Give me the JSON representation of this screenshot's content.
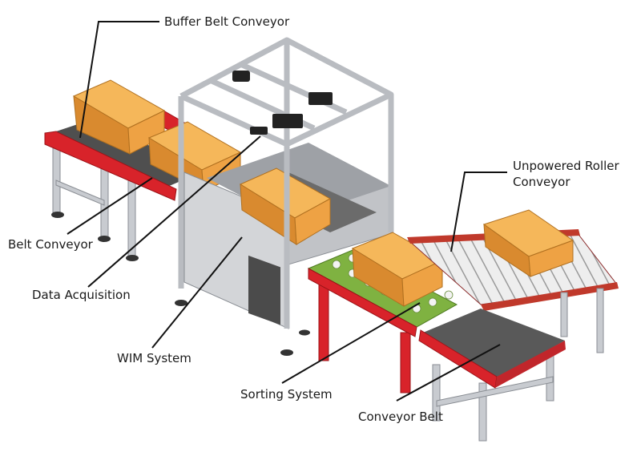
{
  "labels": {
    "buffer_belt_conveyor": "Buffer Belt Conveyor",
    "belt_conveyor": "Belt Conveyor",
    "data_acquisition": "Data Acquisition",
    "wim_system": "WIM System",
    "sorting_system": "Sorting System",
    "conveyor_belt": "Conveyor Belt",
    "unpowered_roller_conveyor_line1": "Unpowered Roller",
    "unpowered_roller_conveyor_line2": "Conveyor"
  },
  "colors": {
    "rail_red": "#d8232a",
    "box_orange": "#e8a045",
    "belt_dark": "#555555",
    "frame_gray": "#c8cbd0",
    "panel_gray": "#d3d5d8",
    "roller_green": "#7fb241",
    "leader_line": "#111111"
  }
}
